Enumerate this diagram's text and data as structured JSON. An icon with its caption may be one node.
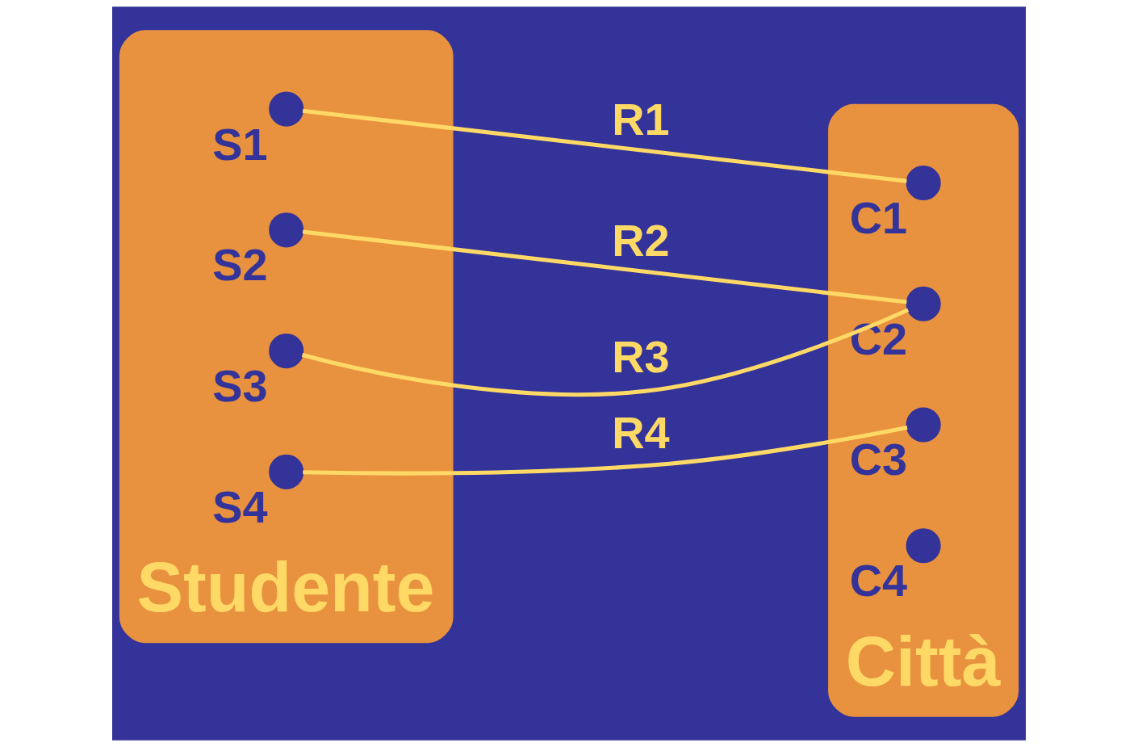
{
  "diagram": {
    "nodes": [
      {
        "text": [
          "Studente"
        ]
      },
      {
        "text": [
          "S1"
        ],
        "in": 0
      },
      {
        "text": [
          "S2"
        ],
        "in": 0
      },
      {
        "text": [
          "S3"
        ],
        "in": 0
      },
      {
        "text": [
          "S4"
        ],
        "in": 0
      },
      {
        "text": [
          "Città"
        ]
      },
      {
        "text": [
          "C1"
        ],
        "in": 5
      },
      {
        "text": [
          "C2"
        ],
        "in": 5
      },
      {
        "text": [
          "C3"
        ],
        "in": 5
      },
      {
        "text": [
          "C4"
        ],
        "in": 5
      }
    ],
    "edges": [
      {
        "from": 1,
        "to": 6,
        "arrow": "none",
        "label": "R1"
      },
      {
        "from": 2,
        "to": 7,
        "arrow": "none",
        "label": "R2"
      },
      {
        "from": 3,
        "to": 7,
        "arrow": "none",
        "label": "R3"
      },
      {
        "from": 4,
        "to": 8,
        "arrow": "none",
        "label": "R4"
      }
    ]
  }
}
